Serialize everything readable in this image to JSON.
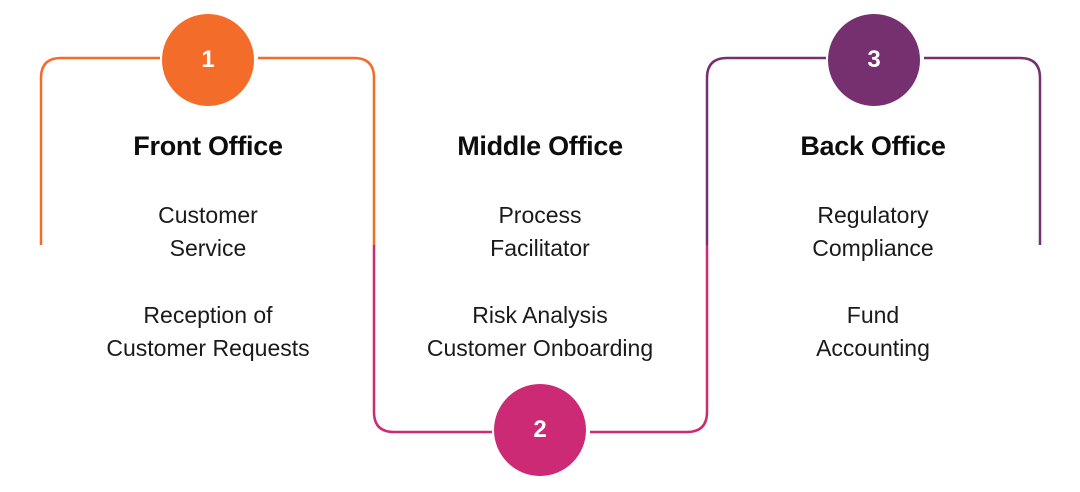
{
  "colors": {
    "stage1": "#f46c2a",
    "stage2": "#cc2a74",
    "stage3": "#76306f"
  },
  "stages": [
    {
      "number": "1",
      "title": "Front Office",
      "items": [
        "Customer\nService",
        "Reception of\nCustomer Requests"
      ]
    },
    {
      "number": "2",
      "title": "Middle Office",
      "items": [
        "Process\nFacilitator",
        "Risk Analysis\nCustomer Onboarding"
      ]
    },
    {
      "number": "3",
      "title": "Back Office",
      "items": [
        "Regulatory\nCompliance",
        "Fund\nAccounting"
      ]
    }
  ]
}
